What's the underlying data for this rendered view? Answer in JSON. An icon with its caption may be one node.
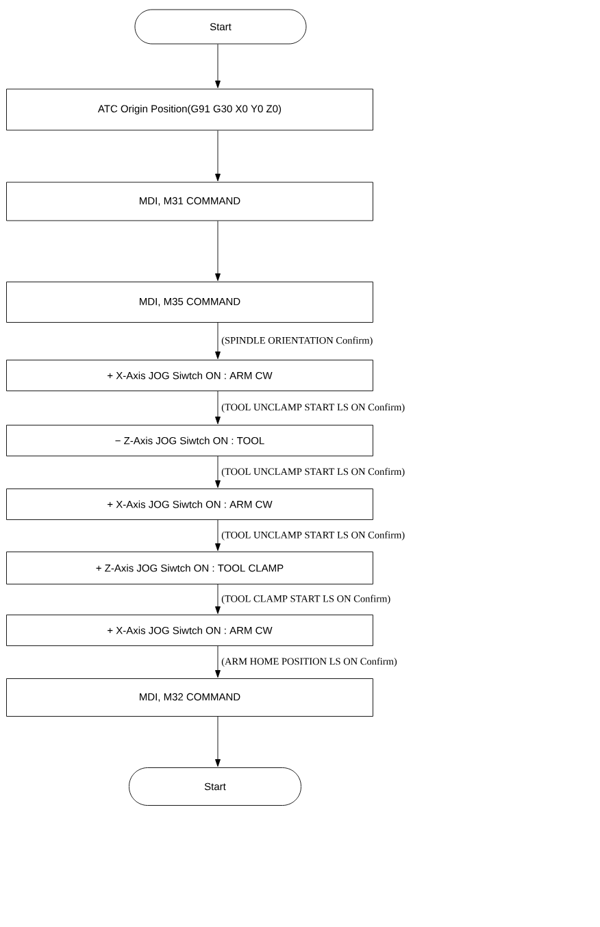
{
  "diagram": {
    "nodes": [
      {
        "text": [
          "Start"
        ]
      },
      {
        "text": [
          "ATC Origin Position(G91 G30 X0 Y0 Z0)"
        ]
      },
      {
        "text": [
          "MDI, M31 COMMAND"
        ]
      },
      {
        "text": [
          "MDI, M35 COMMAND"
        ]
      },
      {
        "text": [
          "+ X-Axis JOG Siwtch ON : ARM CW"
        ]
      },
      {
        "text": [
          "− Z-Axis JOG Siwtch ON : TOOL"
        ]
      },
      {
        "text": [
          "+ X-Axis JOG Siwtch ON : ARM CW"
        ]
      },
      {
        "text": [
          "+ Z-Axis JOG Siwtch ON : TOOL CLAMP"
        ]
      },
      {
        "text": [
          "+ X-Axis JOG Siwtch ON : ARM CW"
        ]
      },
      {
        "text": [
          "MDI, M32 COMMAND"
        ]
      },
      {
        "text": [
          "Start"
        ]
      }
    ],
    "edges": [
      {
        "from": 0,
        "to": 1,
        "arrow": "to"
      },
      {
        "from": 1,
        "to": 2,
        "arrow": "to"
      },
      {
        "from": 2,
        "to": 3,
        "arrow": "to"
      },
      {
        "from": 3,
        "to": 4,
        "arrow": "to",
        "label": "(SPINDLE ORIENTATION Confirm)"
      },
      {
        "from": 4,
        "to": 5,
        "arrow": "to",
        "label": "(TOOL UNCLAMP START LS ON Confirm)"
      },
      {
        "from": 5,
        "to": 6,
        "arrow": "to",
        "label": "(TOOL UNCLAMP START LS ON Confirm)"
      },
      {
        "from": 6,
        "to": 7,
        "arrow": "to",
        "label": "(TOOL UNCLAMP START LS ON Confirm)"
      },
      {
        "from": 7,
        "to": 8,
        "arrow": "to",
        "label": "(TOOL CLAMP START LS ON Confirm)"
      },
      {
        "from": 8,
        "to": 9,
        "arrow": "to",
        "label": "(ARM HOME POSITION LS ON Confirm)"
      },
      {
        "from": 9,
        "to": 10,
        "arrow": "to"
      }
    ]
  }
}
